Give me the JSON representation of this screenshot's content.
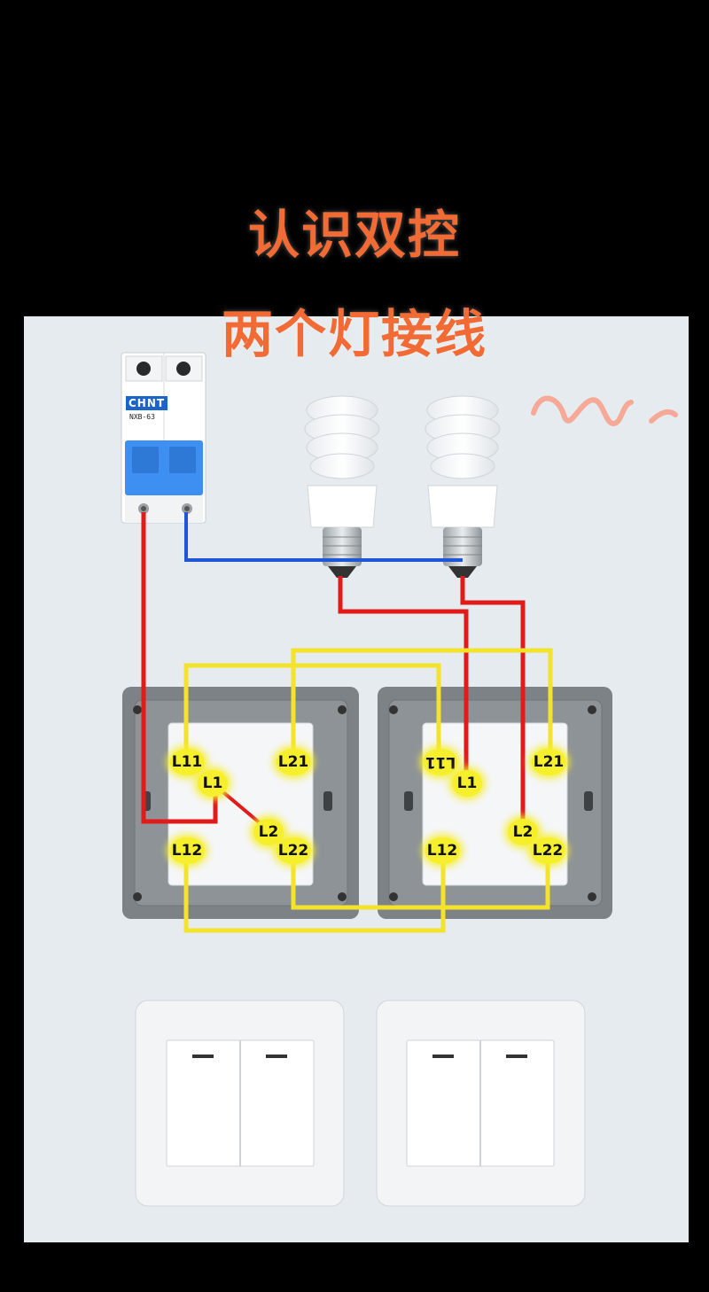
{
  "title_line1": "认识双控",
  "title_line2": "两个灯接线",
  "breaker": {
    "brand": "CHNT",
    "model": "NXB-63"
  },
  "left_switch_terminals": {
    "l11": "L11",
    "l21": "L21",
    "l1": "L1",
    "l2": "L2",
    "l12": "L12",
    "l22": "L22"
  },
  "right_switch_terminals": {
    "l11": "L11",
    "l21": "L21",
    "l1": "L1",
    "l2": "L2",
    "l12": "L12",
    "l22": "L22"
  },
  "colors": {
    "title": "#f26a34",
    "live_wire": "#e11a1a",
    "neutral_wire": "#1e56d8",
    "traveler_wire": "#f3e32a",
    "breaker_handle": "#3d8ff2"
  }
}
